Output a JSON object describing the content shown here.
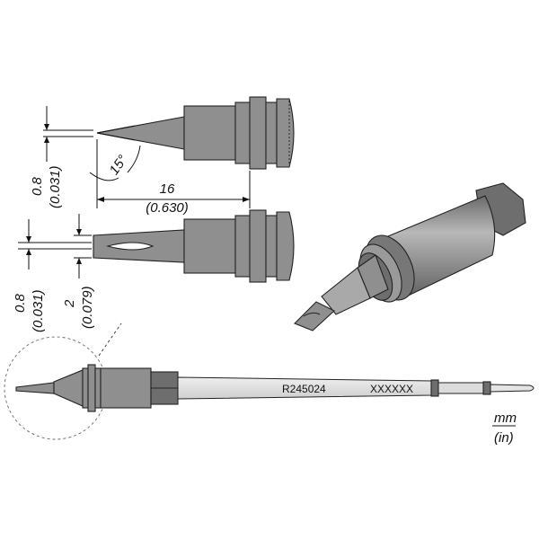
{
  "dimensions": {
    "angle": "15°",
    "length_mm": "16",
    "length_in": "(0.630)",
    "tip_thickness_mm": "0.8",
    "tip_thickness_in": "(0.031)",
    "side_thickness_mm": "0.8",
    "side_thickness_in": "(0.031)",
    "width_mm": "2",
    "width_in": "(0.079)"
  },
  "cartridge": {
    "part_number": "R245024",
    "serial": "XXXXXX"
  },
  "units": {
    "primary": "mm",
    "secondary": "(in)"
  },
  "colors": {
    "metal": "#8f8f8f",
    "outline": "#222222"
  }
}
